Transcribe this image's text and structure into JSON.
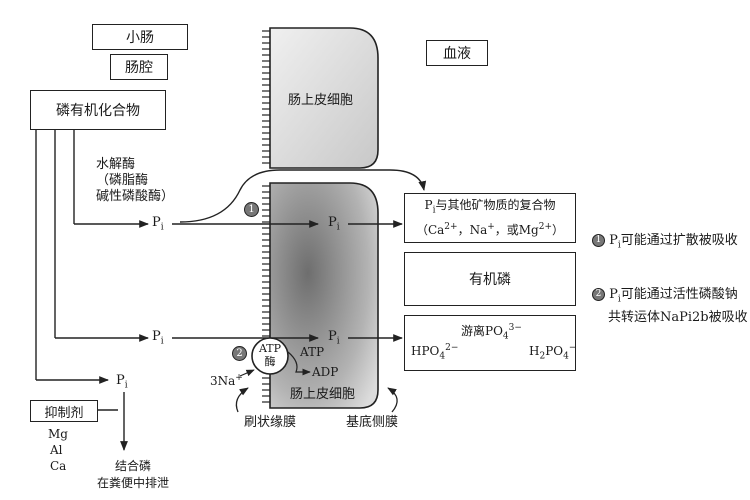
{
  "labels": {
    "small_intestine": "小肠",
    "lumen": "肠腔",
    "blood": "血液",
    "organic_p_compound": "磷有机化合物",
    "enzyme_line1": "水解酶",
    "enzyme_line2": "（磷脂酶",
    "enzyme_line3": "碱性磷酸酶）",
    "cell_top": "肠上皮细胞",
    "cell_bottom": "肠上皮细胞",
    "pi": "P",
    "pi_sub": "i",
    "inhibitor": "抑制剂",
    "inhibitors": [
      "Mg",
      "Al",
      "Ca"
    ],
    "bound_p_line1": "结合磷",
    "bound_p_line2": "在粪便中排泄",
    "brush_border": "刷状缘膜",
    "basolateral": "基底侧膜",
    "atp": "ATP",
    "atp_enzyme": "ATP",
    "enzyme_char": "酶",
    "adp": "ADP",
    "na": "3Na",
    "na_sup": "+",
    "organic_p": "有机磷",
    "free_po4": "游离PO",
    "hpo4": "HPO",
    "h2po4": "H",
    "mark_1": "1",
    "mark_2": "2"
  },
  "complex_box": {
    "line1_rest": "与其他矿物质的复合物",
    "line2": "（Ca",
    "line2_b": "，Na",
    "line2_c": "，或Mg",
    "line2_d": "）"
  },
  "notes": {
    "note1_rest": "可能通过扩散被吸收",
    "note2_rest": "可能通过活性磷酸钠",
    "note2_line2": "共转运体NaPi2b被吸收"
  },
  "colors": {
    "line": "#222222",
    "cell_light": "#e4e4e4",
    "cell_dark": "#8a8a8a",
    "mark_fill": "#777777"
  }
}
